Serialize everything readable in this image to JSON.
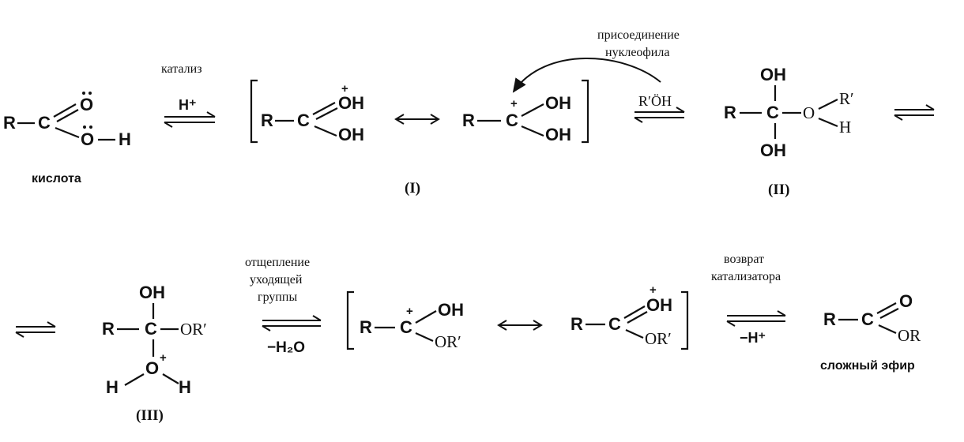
{
  "labels": {
    "acid_caption": "кислота",
    "ester_caption": "сложный эфир",
    "catalysis": "катализ",
    "h_plus": "H⁺",
    "nucleophile_line1": "присоединение",
    "nucleophile_line2": "нуклеофила",
    "nucleophile_reagent": "R′ÖH",
    "leaving_line1": "отщепление",
    "leaving_line2": "уходящей",
    "leaving_line3": "группы",
    "minus_water": "−H₂O",
    "return_line1": "возврат",
    "return_line2": "катализатора",
    "minus_h_plus": "−H⁺",
    "intermediate_1": "(I)",
    "intermediate_2": "(II)",
    "intermediate_3": "(III)"
  },
  "atoms": {
    "R": "R",
    "C": "C",
    "O": "O",
    "H": "H",
    "OH": "OH",
    "OR_prime": "OR′",
    "OR": "OR",
    "R_prime": "R′",
    "plus": "+"
  }
}
